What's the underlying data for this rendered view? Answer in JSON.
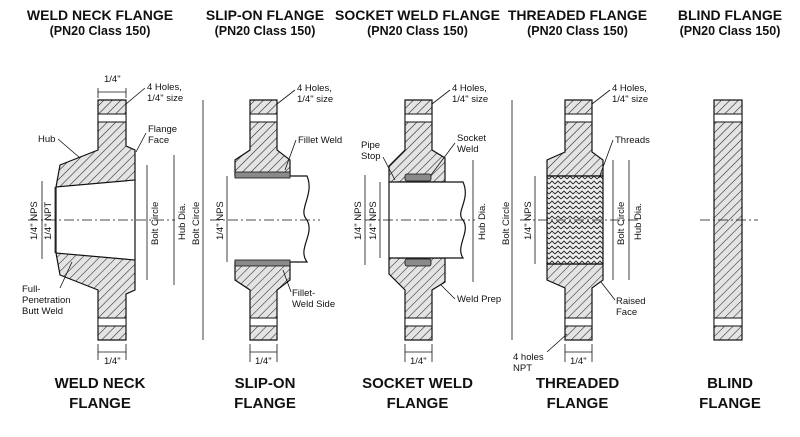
{
  "colors": {
    "ink": "#111111",
    "hatch": "#222222",
    "fill": "#d9d9d9",
    "gasket": "#8a8a8a"
  },
  "flanges": [
    {
      "id": "weld-neck",
      "heading": "WELD NECK FLANGE",
      "subheading": "(PN20 Class 150)",
      "footer_line1": "WELD NECK",
      "footer_line2": "FLANGE",
      "labels": {
        "top_dim": "1/4\"",
        "bottom_dim": "1/4\"",
        "holes": "4 Holes,",
        "holes_size": "1/4\" size",
        "hub": "Hub",
        "flange_face_1": "Flange",
        "flange_face_2": "Face",
        "nps": "1/4\" NPS",
        "npt": "1/4\" NPT",
        "bolt_circle": "Bolt Circle",
        "hub_dia": "Hub Dia.",
        "weld_1": "Full-",
        "weld_2": "Penetration",
        "weld_3": "Butt Weld"
      }
    },
    {
      "id": "slip-on",
      "heading": "SLIP-ON FLANGE",
      "subheading": "(PN20 Class 150)",
      "footer_line1": "SLIP-ON",
      "footer_line2": "FLANGE",
      "labels": {
        "bottom_dim": "1/4\"",
        "holes": "4 Holes,",
        "holes_size": "1/4\" size",
        "fillet": "Fillet Weld",
        "nps": "1/4\" NPS",
        "bolt_circle": "Bolt Circle",
        "fillet_side_1": "Fillet-",
        "fillet_side_2": "Weld Side"
      }
    },
    {
      "id": "socket-weld",
      "heading": "SOCKET WELD FLANGE",
      "subheading": "(PN20 Class 150)",
      "footer_line1": "SOCKET WELD",
      "footer_line2": "FLANGE",
      "labels": {
        "bottom_dim": "1/4\"",
        "holes": "4 Holes,",
        "holes_size": "1/4\" size",
        "pipe_stop_1": "Pipe",
        "pipe_stop_2": "Stop",
        "socket_weld_1": "Socket",
        "socket_weld_2": "Weld",
        "nps": "1/4\" NPS",
        "npt": "1/4\" NPS",
        "hub_dia": "Hub Dia.",
        "weld_prep": "Weld Prep"
      }
    },
    {
      "id": "threaded",
      "heading": "THREADED FLANGE",
      "subheading": "(PN20 Class 150)",
      "footer_line1": "THREADED",
      "footer_line2": "FLANGE",
      "labels": {
        "holes": "4 Holes,",
        "holes_size": "1/4\" size",
        "threads": "Threads",
        "nps": "1/4\" NPS",
        "bolt_circle_left": "Bolt Circle",
        "bolt_circle": "Bolt Circle",
        "hub_dia": "Hub Dia.",
        "raised_1": "Raised",
        "raised_2": "Face",
        "holes_npt_1": "4 holes",
        "holes_npt_2": "NPT",
        "bottom_dim": "1/4\""
      }
    },
    {
      "id": "blind",
      "heading": "BLIND FLANGE",
      "subheading": "(PN20 Class 150)",
      "footer_line1": "BLIND",
      "footer_line2": "FLANGE",
      "labels": {}
    }
  ]
}
